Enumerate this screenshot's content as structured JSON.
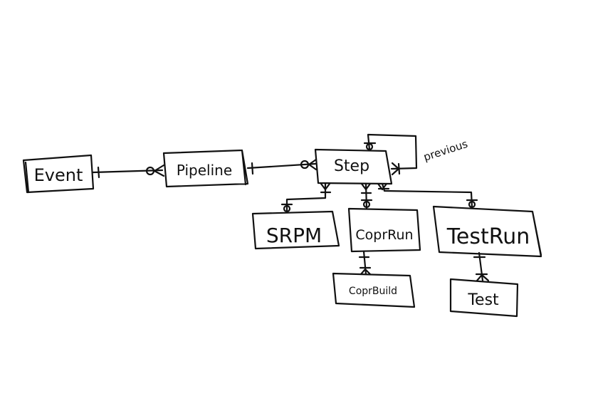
{
  "diagram": {
    "type": "entity-relationship",
    "style": "hand-drawn",
    "colors": {
      "ink": "#111111",
      "background": "#ffffff"
    },
    "entities": {
      "event": "Event",
      "pipeline": "Pipeline",
      "step": "Step",
      "srpm": "SRPM",
      "copr_run": "CoprRun",
      "test_run": "TestRun",
      "copr_build": "CoprBuild",
      "test": "Test"
    },
    "relationships": [
      {
        "from": "Event",
        "to": "Pipeline",
        "from_card": "one",
        "to_card": "zero-or-many"
      },
      {
        "from": "Pipeline",
        "to": "Step",
        "from_card": "one",
        "to_card": "zero-or-many"
      },
      {
        "from": "Step",
        "to": "Step",
        "from_card": "zero-or-one",
        "to_card": "one-or-many",
        "label": "previous"
      },
      {
        "from": "Step",
        "to": "SRPM",
        "from_card": "one-or-many",
        "to_card": "zero-or-one"
      },
      {
        "from": "Step",
        "to": "CoprRun",
        "from_card": "one-or-many",
        "to_card": "zero-or-one"
      },
      {
        "from": "Step",
        "to": "TestRun",
        "from_card": "one-or-many",
        "to_card": "zero-or-one"
      },
      {
        "from": "CoprRun",
        "to": "CoprBuild",
        "from_card": "one",
        "to_card": "one-or-many"
      },
      {
        "from": "TestRun",
        "to": "Test",
        "from_card": "one",
        "to_card": "one-or-many"
      }
    ],
    "self_relation_label": "previous"
  }
}
